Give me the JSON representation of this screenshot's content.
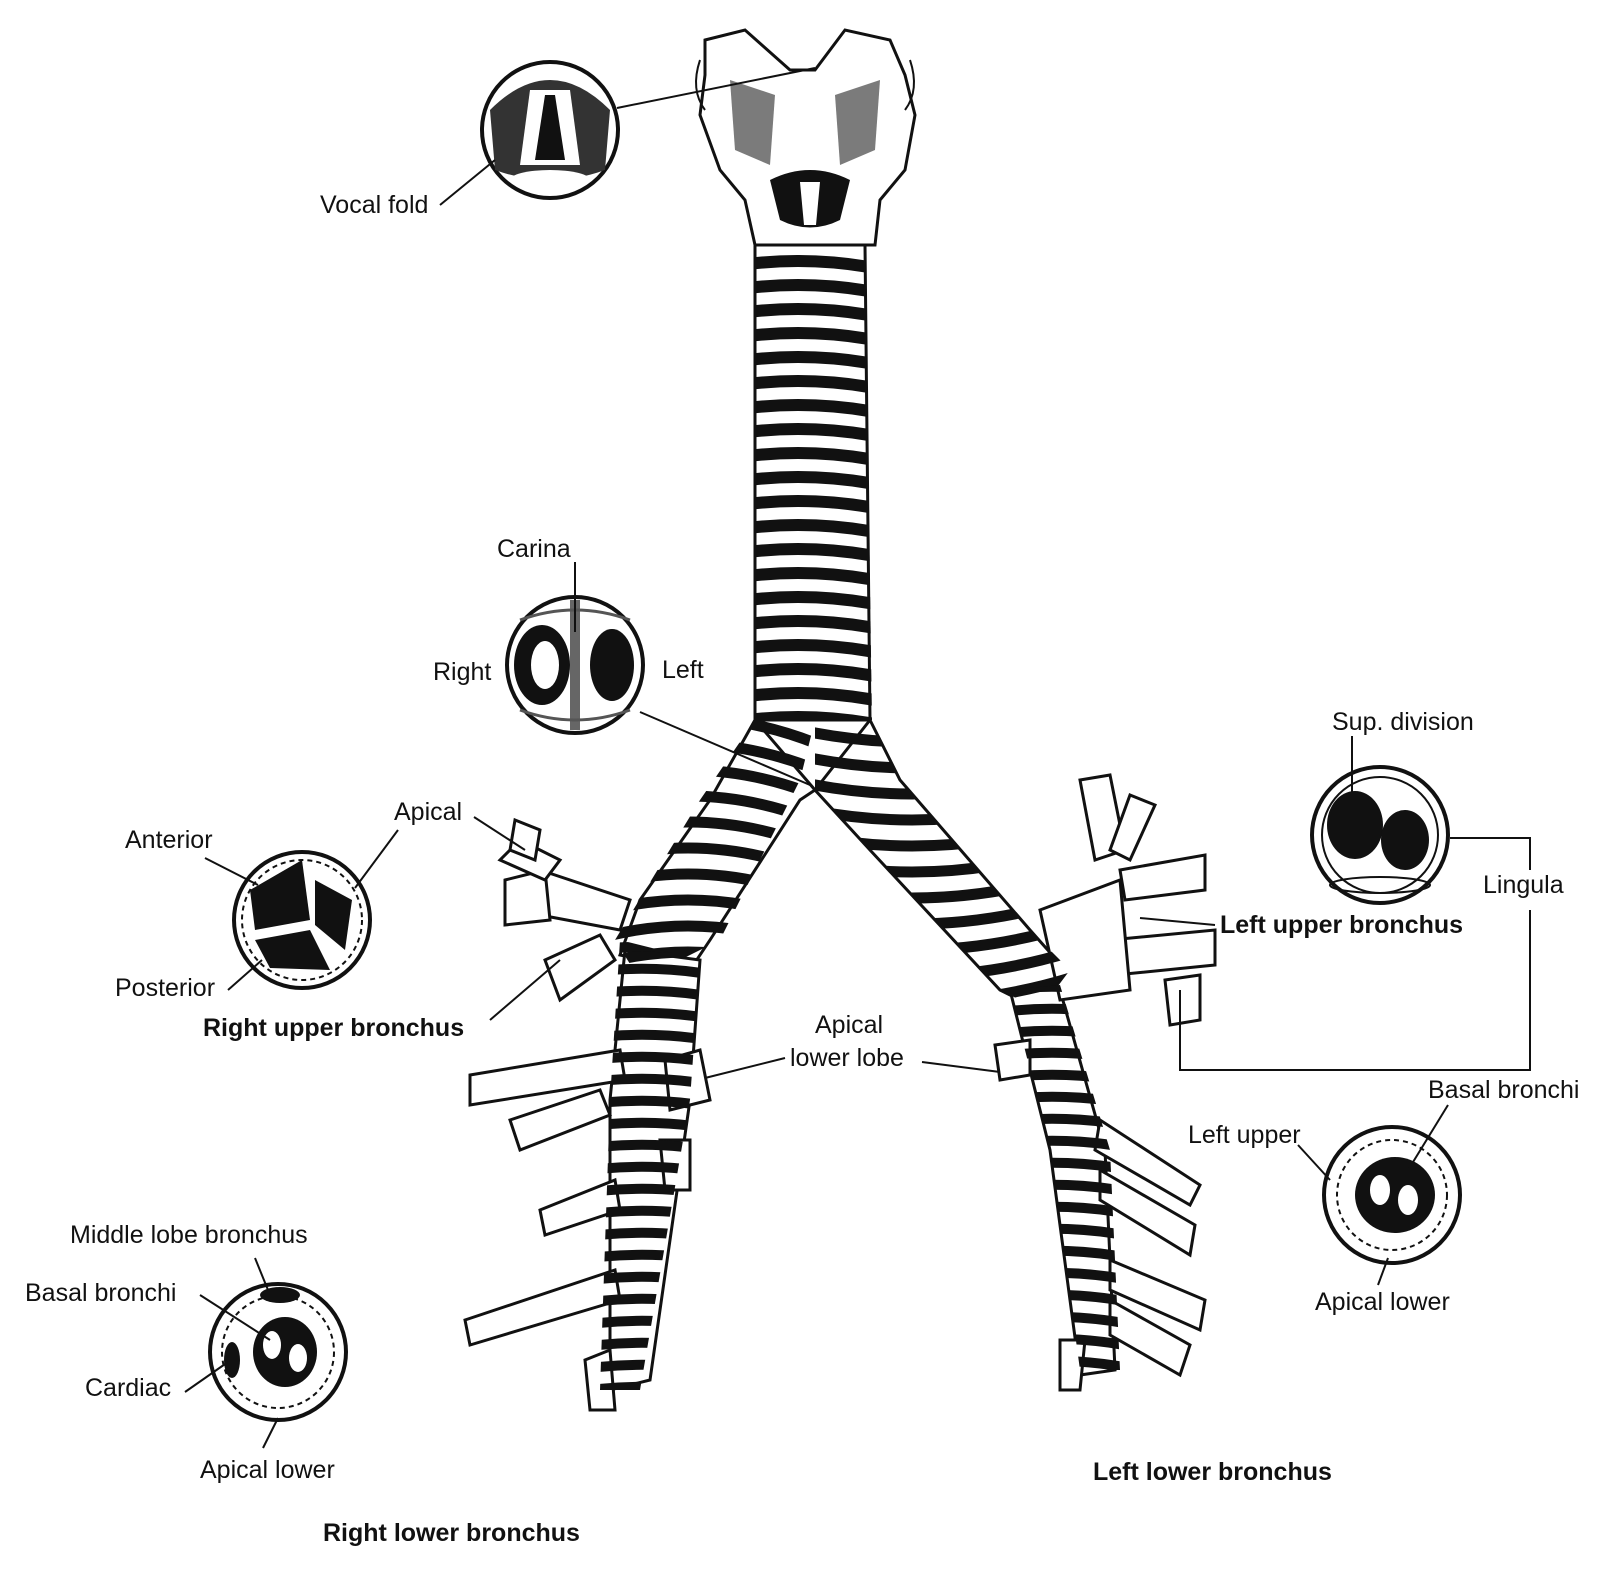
{
  "labels": {
    "vocal_fold": "Vocal fold",
    "carina": "Carina",
    "right": "Right",
    "left": "Left",
    "sup_division": "Sup. division",
    "lingula": "Lingula",
    "left_upper_bronchus": "Left upper bronchus",
    "anterior": "Anterior",
    "apical": "Apical",
    "posterior": "Posterior",
    "right_upper_bronchus": "Right upper bronchus",
    "apical_lower_lobe_line1": "Apical",
    "apical_lower_lobe_line2": "lower lobe",
    "basal_bronchi_left": "Basal bronchi",
    "left_upper": "Left upper",
    "apical_lower_left": "Apical lower",
    "middle_lobe_bronchus": "Middle lobe bronchus",
    "basal_bronchi_right": "Basal bronchi",
    "cardiac": "Cardiac",
    "apical_lower_right": "Apical lower",
    "left_lower_bronchus": "Left lower bronchus",
    "right_lower_bronchus": "Right lower bronchus"
  },
  "colors": {
    "ink": "#111111",
    "fill": "#ffffff",
    "shade": "#9a9a9a"
  }
}
